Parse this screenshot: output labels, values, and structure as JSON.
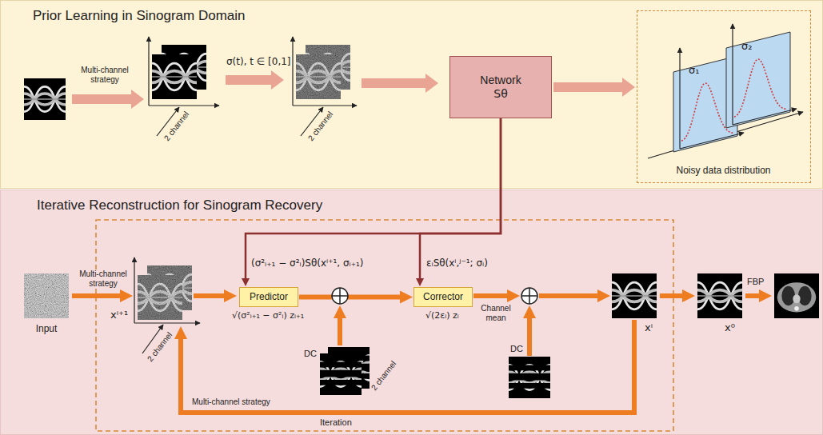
{
  "diagram": {
    "nodes": [
      {
        "text": [
          "Prior Learning in Sinogram Domain"
        ]
      },
      {
        "text": [
          "Network",
          "Sθ"
        ],
        "in": 0
      },
      {
        "text": [
          "σ₁",
          "σ₂",
          "Noisy data distribution"
        ],
        "in": 0
      },
      {
        "text": [
          "Iterative Reconstruction for Sinogram Recovery"
        ]
      },
      {
        "text": [
          "Predictor"
        ],
        "in": 3
      },
      {
        "text": [
          "Corrector"
        ],
        "in": 3
      }
    ],
    "edges": [
      {
        "from": 1,
        "to": 2,
        "arrow": "to"
      },
      {
        "from": 1,
        "to": 4,
        "arrow": "to"
      },
      {
        "from": 1,
        "to": 5,
        "arrow": "to"
      },
      {
        "from": 4,
        "to": 5,
        "arrow": "to"
      }
    ],
    "labels": [
      "Multi-channel strategy",
      "2 channel",
      "σ(t), t ∈ [0,1]",
      "2 channel",
      "Input",
      "Multi-channel strategy",
      "xⁱ⁺¹",
      "2 channel",
      "(σ²ᵢ₊₁ − σ²ᵢ)Sθ(xⁱ⁺¹, σᵢ₊₁)",
      "√(σ²ᵢ₊₁ − σ²ᵢ) zᵢ₊₁",
      "εᵢSθ(xⁱ,ʲ⁻¹; σᵢ)",
      "√(2εᵢ) zᵢ",
      "Channel mean",
      "DC",
      "2 channel",
      "DC",
      "xⁱ",
      "x⁰",
      "FBP",
      "Multi-channel strategy",
      "Iteration"
    ]
  }
}
